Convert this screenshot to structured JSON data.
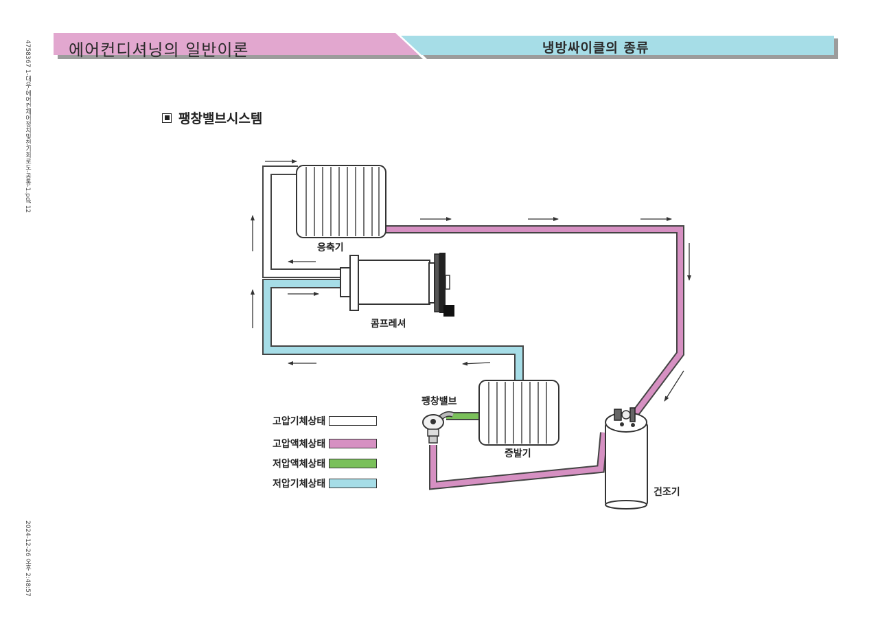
{
  "side_text": {
    "top": "4758367 1-대우-에어컨제어정치및전기회로도-공통-1.pdf 12",
    "bottom": "2024-12-26 오후 2:48:57"
  },
  "header": {
    "left_title": "에어컨디셔닝의 일반이론",
    "right_title": "냉방싸이클의 종류",
    "colors": {
      "left": "#e2a7cf",
      "right": "#a6dde7",
      "shadow": "#9c9c9c"
    }
  },
  "section": {
    "title": "팽창밸브시스템",
    "icon": "square-bullet-icon"
  },
  "components": {
    "condenser": "응축기",
    "compressor": "콤프레셔",
    "expansion_valve": "팽창밸브",
    "evaporator": "증발기",
    "receiver_drier": "건조기"
  },
  "legend": [
    {
      "label": "고압기체상태",
      "color": "#ffffff"
    },
    {
      "label": "고압액체상태",
      "color": "#d690c2"
    },
    {
      "label": "저압액체상태",
      "color": "#7ac05a"
    },
    {
      "label": "저압기체상태",
      "color": "#a6dde7"
    }
  ],
  "line_colors": {
    "high_pressure_gas": "#ffffff",
    "high_pressure_liquid": "#d690c2",
    "low_pressure_liquid": "#7ac05a",
    "low_pressure_gas": "#a6dde7",
    "outline": "#444444"
  }
}
